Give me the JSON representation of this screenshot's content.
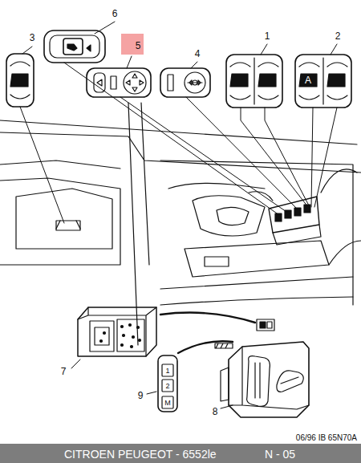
{
  "diagram": {
    "labels": [
      "6",
      "5",
      "3",
      "4",
      "1",
      "2",
      "A",
      "7",
      "9",
      "1",
      "2",
      "M",
      "8",
      "06/96 IB 65N70A",
      "CITROEN PEUGEOT - 6552le",
      "N - 05"
    ]
  }
}
